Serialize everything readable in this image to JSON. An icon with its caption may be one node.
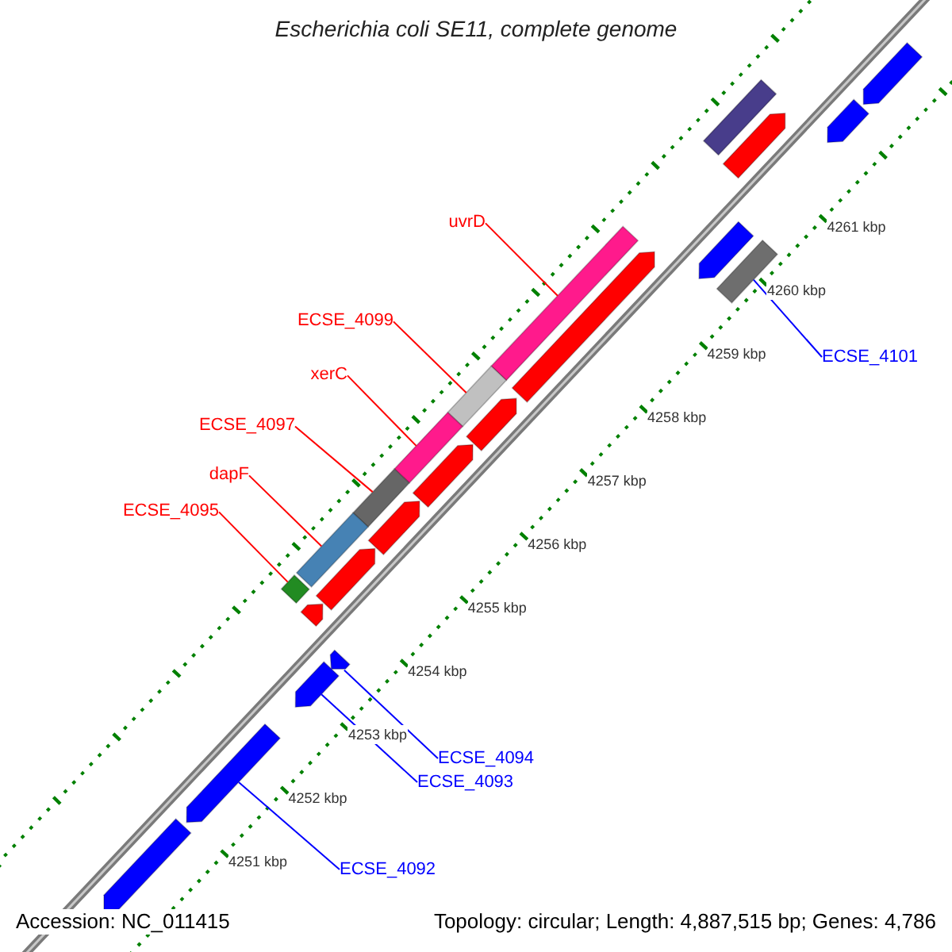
{
  "diagram": {
    "title": "Escherichia coli SE11, complete genome",
    "nodes": [
      {
        "text": [
          "uvrD"
        ]
      },
      {
        "text": [
          "ECSE_4099"
        ]
      },
      {
        "text": [
          "xerC"
        ]
      },
      {
        "text": [
          "ECSE_4097"
        ]
      },
      {
        "text": [
          "dapF"
        ]
      },
      {
        "text": [
          "ECSE_4095"
        ]
      },
      {
        "text": [
          "ECSE_4101"
        ]
      },
      {
        "text": [
          "ECSE_4094"
        ]
      },
      {
        "text": [
          "ECSE_4093"
        ]
      },
      {
        "text": [
          "ECSE_4092"
        ]
      },
      {
        "text": [],
        "shape": "bar"
      },
      {
        "text": [],
        "shape": "bar"
      },
      {
        "text": [],
        "shape": "bar"
      },
      {
        "text": [],
        "shape": "bar"
      },
      {
        "text": [],
        "shape": "bar"
      },
      {
        "text": [],
        "shape": "bar"
      },
      {
        "text": [],
        "shape": "bar"
      },
      {
        "text": [],
        "shape": "arrow"
      },
      {
        "text": [],
        "shape": "arrow"
      },
      {
        "text": [],
        "shape": "arrow"
      },
      {
        "text": [],
        "shape": "arrow"
      },
      {
        "text": [],
        "shape": "arrow"
      },
      {
        "text": [],
        "shape": "arrow"
      },
      {
        "text": [],
        "shape": "arrow"
      },
      {
        "text": [],
        "shape": "arrow"
      },
      {
        "text": [],
        "shape": "arrow"
      },
      {
        "text": [],
        "shape": "arrow"
      },
      {
        "text": [],
        "shape": "bar"
      },
      {
        "text": [],
        "shape": "arrow"
      },
      {
        "text": [],
        "shape": "arrow"
      },
      {
        "text": [],
        "shape": "arrow"
      },
      {
        "text": [],
        "shape": "arrow"
      }
    ],
    "edges": [
      {
        "from": 0,
        "to": 10,
        "arrow": "none"
      },
      {
        "from": 1,
        "to": 11,
        "arrow": "none"
      },
      {
        "from": 2,
        "to": 12,
        "arrow": "none"
      },
      {
        "from": 3,
        "to": 13,
        "arrow": "none"
      },
      {
        "from": 4,
        "to": 14,
        "arrow": "none"
      },
      {
        "from": 5,
        "to": 15,
        "arrow": "none"
      },
      {
        "from": 6,
        "to": 16,
        "arrow": "none",
        "color": "#0000ff"
      },
      {
        "from": 7,
        "to": 17,
        "arrow": "none",
        "color": "#0000ff"
      },
      {
        "from": 8,
        "to": 18,
        "arrow": "none",
        "color": "#0000ff"
      },
      {
        "from": 9,
        "to": 19,
        "arrow": "none",
        "color": "#0000ff"
      }
    ],
    "labels": [
      "4261 kbp",
      "4260 kbp",
      "4259 kbp",
      "4258 kbp",
      "4257 kbp",
      "4256 kbp",
      "4255 kbp",
      "4254 kbp",
      "4253 kbp",
      "4252 kbp",
      "4251 kbp",
      "Accession: NC_011415",
      "Topology: circular; Length: 4,887,515 bp; Genes: 4,786"
    ]
  }
}
